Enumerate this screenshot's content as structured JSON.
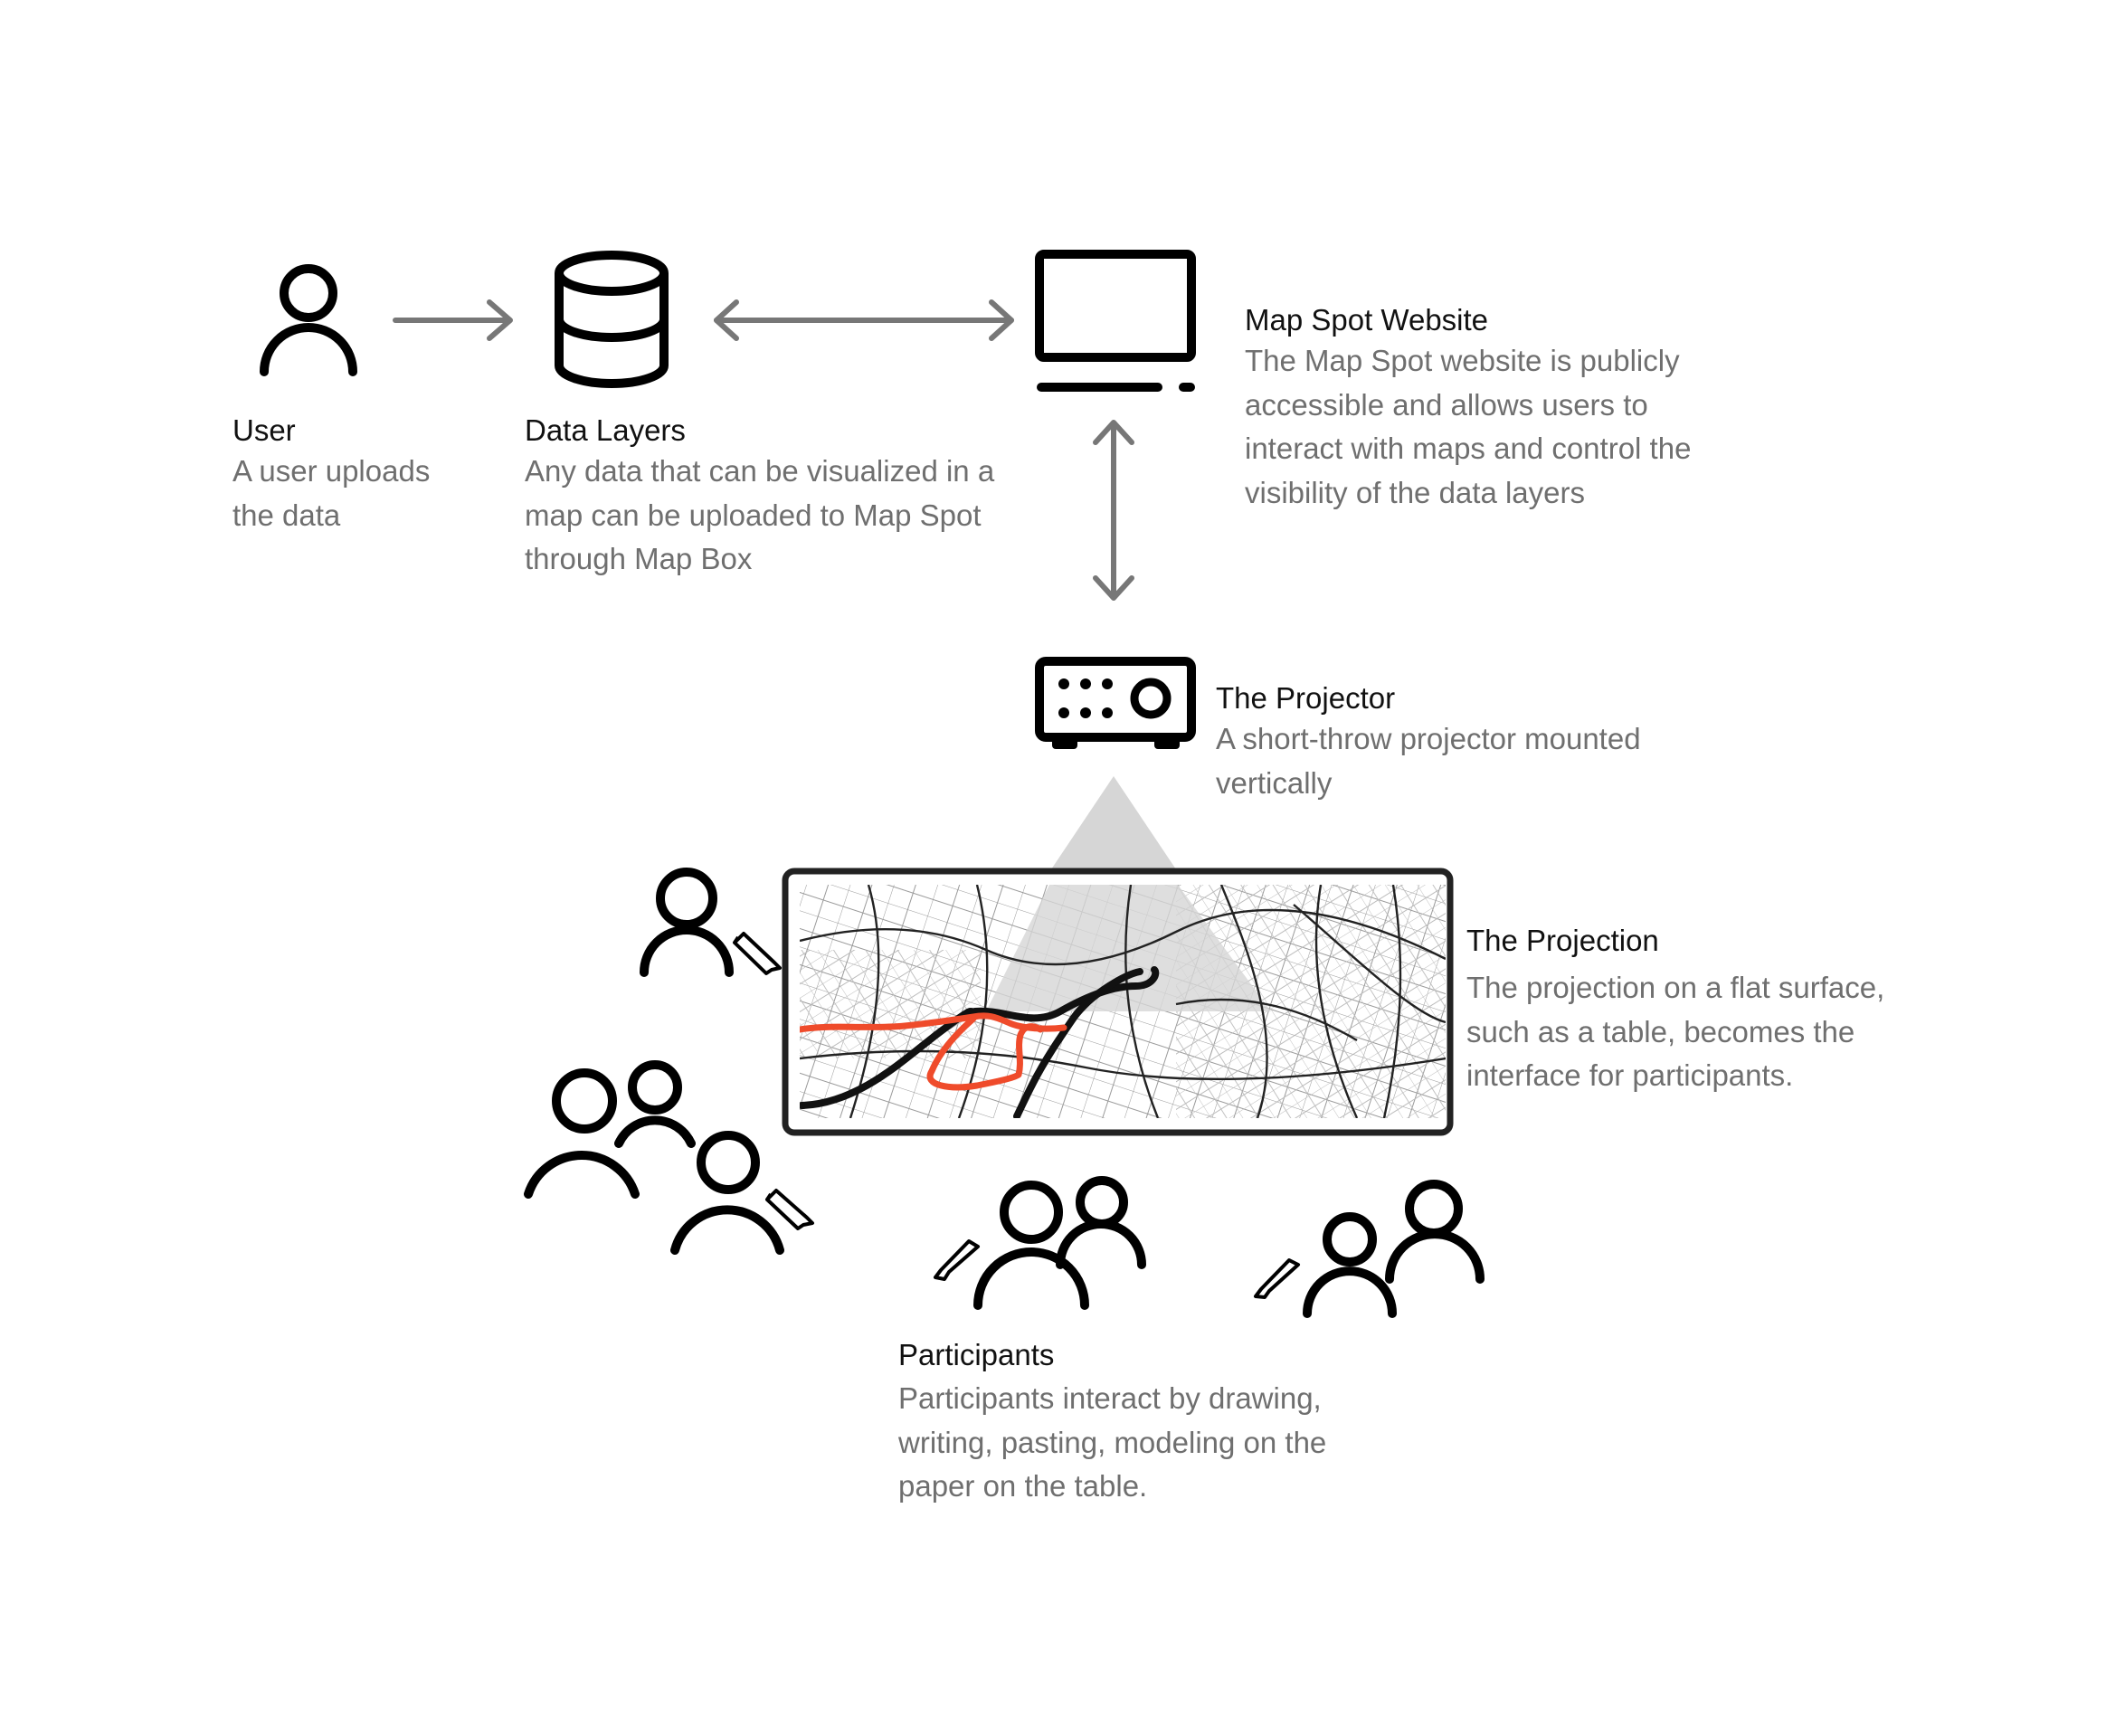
{
  "colors": {
    "ink": "#000000",
    "connector": "#777777",
    "title_text": "#111111",
    "description_text": "#6f6f6f",
    "annotation_red": "#ef4b2b",
    "projection_beam": "#d6d6d6"
  },
  "nodes": {
    "user": {
      "icon": "person-icon",
      "title": "User",
      "description": "A user uploads the data"
    },
    "data_layers": {
      "icon": "database-icon",
      "title": "Data Layers",
      "description": "Any data that can be visualized in a map can be uploaded to Map Spot through Map Box"
    },
    "website": {
      "icon": "laptop-icon",
      "title": "Map Spot Website",
      "description": "The Map Spot website is publicly accessible and allows users to interact with maps and control the visibility of the data layers"
    },
    "projector": {
      "icon": "projector-icon",
      "title": "The Projector",
      "description": "A short-throw projector mounted vertically"
    },
    "projection": {
      "icon": "map-projection",
      "title": "The Projection",
      "description": "The projection on a flat surface, such as a table, becomes the interface for participants."
    },
    "participants": {
      "icon": "people-with-pencil-icon",
      "title": "Participants",
      "description": "Participants interact by drawing, writing, pasting, modeling on the paper on the table."
    }
  },
  "connections": [
    {
      "from": "user",
      "to": "data_layers",
      "direction": "forward"
    },
    {
      "from": "data_layers",
      "to": "website",
      "direction": "both"
    },
    {
      "from": "website",
      "to": "projector",
      "direction": "both"
    }
  ]
}
